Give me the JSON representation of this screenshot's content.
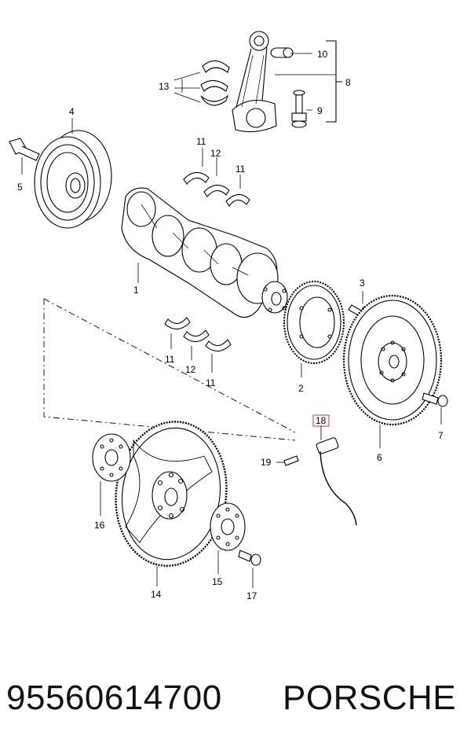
{
  "callouts": {
    "c1": "1",
    "c2": "2",
    "c3": "3",
    "c4": "4",
    "c5": "5",
    "c6": "6",
    "c7": "7",
    "c8": "8",
    "c9": "9",
    "c10": "10",
    "c11a": "11",
    "c11b": "11",
    "c11c": "11",
    "c11d": "11",
    "c12a": "12",
    "c12b": "12",
    "c13": "13",
    "c14": "14",
    "c15": "15",
    "c16": "16",
    "c17": "17",
    "c18": "18",
    "c19": "19"
  },
  "highlight_color": "#e05060",
  "footer": {
    "part_number": "95560614700",
    "brand": "PORSCHE"
  }
}
